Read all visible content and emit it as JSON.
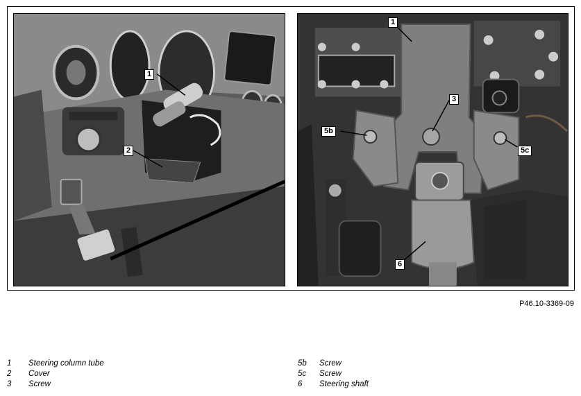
{
  "figure": {
    "code": "P46.10-3369-09",
    "left_callouts": [
      {
        "id": "1"
      },
      {
        "id": "2"
      }
    ],
    "right_callouts": [
      {
        "id": "1"
      },
      {
        "id": "3"
      },
      {
        "id": "5b"
      },
      {
        "id": "5c"
      },
      {
        "id": "6"
      }
    ]
  },
  "legend": {
    "left": [
      {
        "num": "1",
        "label": "Steering column tube"
      },
      {
        "num": "2",
        "label": "Cover"
      },
      {
        "num": "3",
        "label": "Screw"
      }
    ],
    "right": [
      {
        "num": "5b",
        "label": "Screw"
      },
      {
        "num": "5c",
        "label": "Screw"
      },
      {
        "num": "6",
        "label": "Steering shaft"
      }
    ]
  }
}
